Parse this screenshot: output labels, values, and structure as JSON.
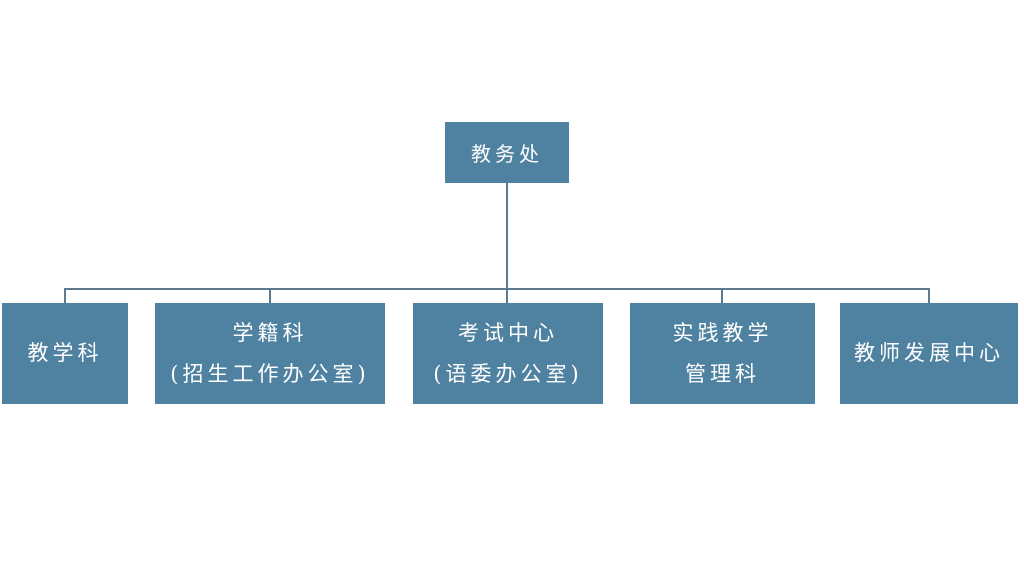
{
  "chart": {
    "type": "org-chart",
    "root": {
      "label": "教务处"
    },
    "departments": [
      {
        "line1": "教学科",
        "line2": ""
      },
      {
        "line1": "学籍科",
        "line2": "(招生工作办公室)"
      },
      {
        "line1": "考试中心",
        "line2": "(语委办公室)"
      },
      {
        "line1": "实践教学",
        "line2": "管理科"
      },
      {
        "line1": "教师发展中心",
        "line2": ""
      }
    ],
    "colors": {
      "box_fill": "#4f82a0",
      "box_text": "#ffffff",
      "connector": "#5d7a8e",
      "background": "#ffffff"
    }
  }
}
